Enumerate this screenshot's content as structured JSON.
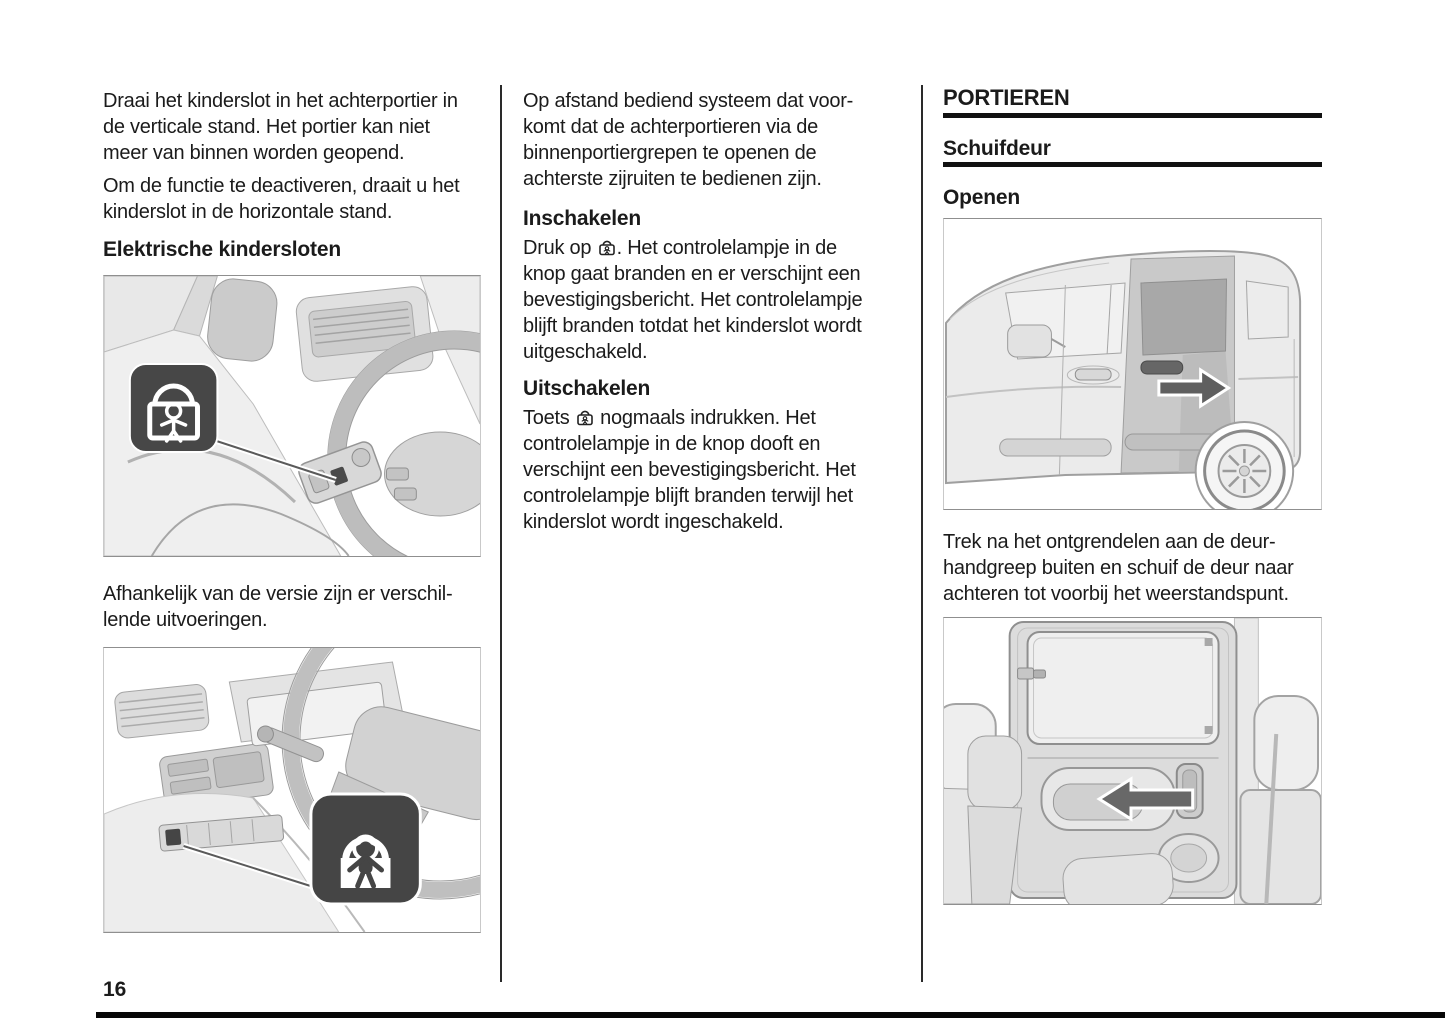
{
  "page": {
    "number": "16"
  },
  "colors": {
    "heading_rule": "#111111",
    "column_divider": "#2a2a2a",
    "badge_dark": "#474747"
  },
  "icons": {
    "inline_button": "child-lock-button",
    "figure1_badge": "child-lock-outline",
    "figure2_badge": "child-lock-filled",
    "figure3_arrow": "slide-door-open-arrow",
    "figure4_arrow": "interior-handle-arrow"
  },
  "left_column": {
    "para1_lines": [
      "Draai het kinderslot in het achterportier in",
      "de verticale stand. Het portier kan niet",
      "meer van binnen worden geopend."
    ],
    "para2_lines": [
      "Om de functie te deactiveren, draait u het",
      "kinderslot in de horizontale stand."
    ],
    "heading_electric": "Elektrische kindersloten",
    "note_lines": [
      "Afhankelijk van de versie zijn er verschil-",
      "lende uitvoeringen."
    ]
  },
  "middle_column": {
    "intro_lines": [
      "Op afstand bediend systeem dat voor-",
      "komt dat de achterportieren via de",
      "binnenportiergrepen te openen de",
      "achterste zijruiten te bedienen zijn."
    ],
    "enable": {
      "heading": "Inschakelen",
      "line1_pre": "Druk op ",
      "line1_post": ". Het controlelampje in de",
      "rest_lines": [
        "knop gaat branden en er verschijnt een",
        "bevestigingsbericht. Het controlelampje",
        "blijft branden totdat het kinderslot wordt",
        "uitgeschakeld."
      ]
    },
    "disable": {
      "heading": "Uitschakelen",
      "line1_pre": "Toets ",
      "line1_post": " nogmaals indrukken. Het",
      "rest_lines": [
        "controlelampje in de knop dooft en",
        "verschijnt een bevestigingsbericht. Het",
        "controlelampje blijft branden terwijl het",
        "kinderslot wordt ingeschakeld."
      ]
    }
  },
  "right_column": {
    "section_title": "PORTIEREN",
    "subsection_title": "Schuifdeur",
    "open_heading": "Openen",
    "open_lines": [
      "Trek na het ontgrendelen aan de deur-",
      "handgreep buiten en schuif de deur naar",
      "achteren tot voorbij het weerstandspunt."
    ]
  }
}
